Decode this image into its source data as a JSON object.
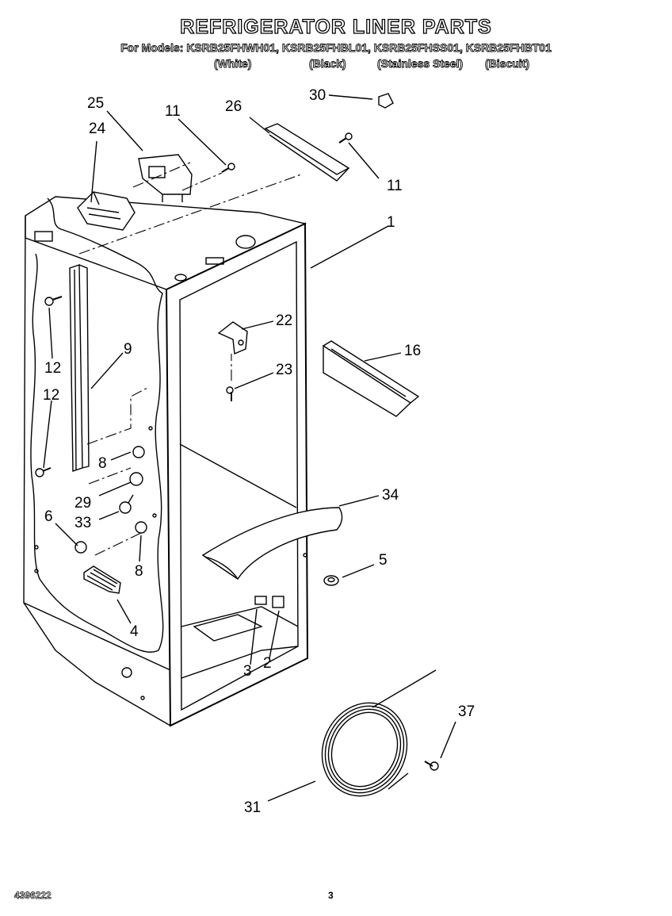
{
  "header": {
    "title": "REFRIGERATOR LINER PARTS",
    "models_line": "For Models: KSRB25FHWH01, KSRB25FHBL01, KSRB25FHSS01, KSRB25FHBT01",
    "variants": [
      "(White)",
      "(Black)",
      "(Stainless Steel)",
      "(Biscuit)"
    ]
  },
  "callouts": [
    "25",
    "11",
    "26",
    "30",
    "24",
    "11",
    "1",
    "22",
    "16",
    "9",
    "12",
    "23",
    "12",
    "8",
    "29",
    "34",
    "33",
    "6",
    "5",
    "8",
    "4",
    "3",
    "2",
    "37",
    "31"
  ],
  "footer": {
    "doc_number": "4396222",
    "page_number": "3"
  }
}
